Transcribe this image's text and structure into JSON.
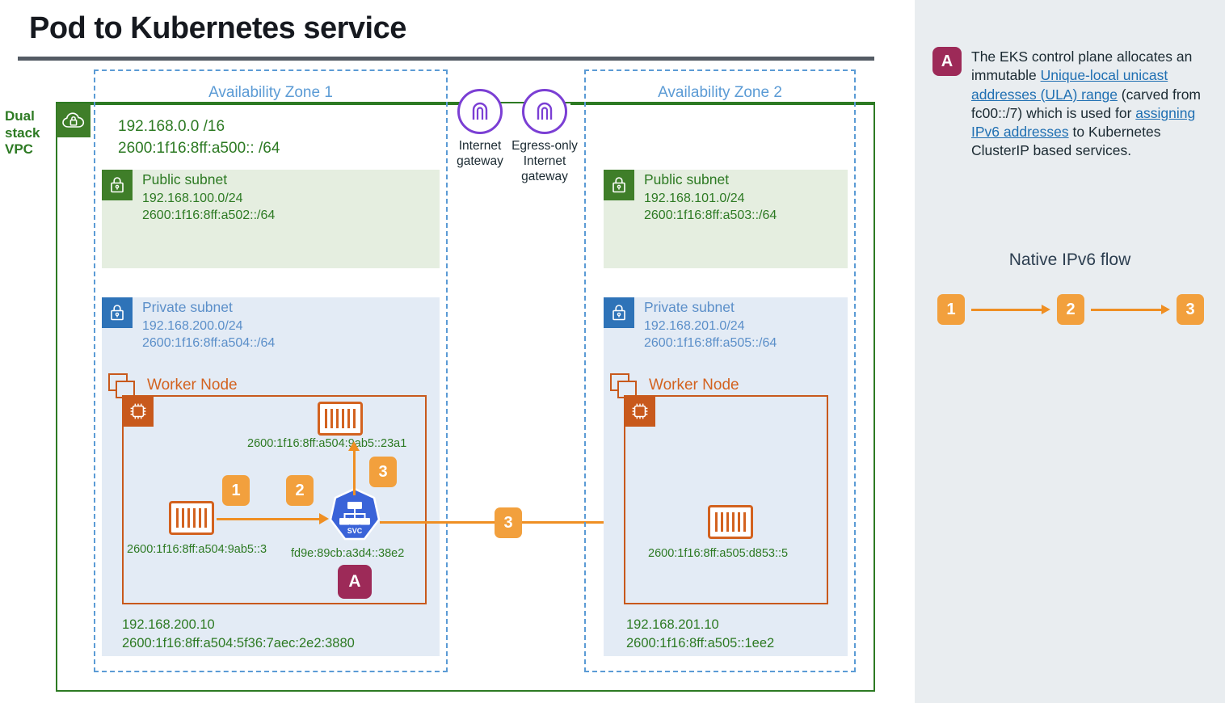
{
  "page": {
    "title": "Pod to Kubernetes service"
  },
  "vpc": {
    "label_line1": "Dual",
    "label_line2": "stack",
    "label_line3": "VPC",
    "icon": "vpc-cloud-lock-icon",
    "cidr_ipv4": "192.168.0.0 /16",
    "cidr_ipv6": "2600:1f16:8ff:a500:: /64",
    "border_color": "#2d7a23"
  },
  "gateways": [
    {
      "name": "internet-gateway",
      "label_line1": "Internet",
      "label_line2": "gateway",
      "label_line3": ""
    },
    {
      "name": "egress-only-internet-gateway",
      "label_line1": "Egress-only",
      "label_line2": "Internet",
      "label_line3": "gateway"
    }
  ],
  "availability_zones": [
    {
      "id": "az1",
      "title": "Availability Zone 1",
      "public_subnet": {
        "name": "Public subnet",
        "cidr_ipv4": "192.168.100.0/24",
        "cidr_ipv6": "2600:1f16:8ff:a502::/64"
      },
      "private_subnet": {
        "name": "Private subnet",
        "cidr_ipv4": "192.168.200.0/24",
        "cidr_ipv6": "2600:1f16:8ff:a504::/64"
      },
      "worker_node": {
        "label": "Worker Node",
        "node_ipv4": "192.168.200.10",
        "node_ipv6": "2600:1f16:8ff:a504:5f36:7aec:2e2:3880",
        "source_pod_addr": "2600:1f16:8ff:a504:9ab5::3",
        "target_pod_addr": "2600:1f16:8ff:a504:9ab5::23a1",
        "service_addr": "fd9e:89cb:a3d4::38e2",
        "service_icon_label": "SVC"
      }
    },
    {
      "id": "az2",
      "title": "Availability Zone 2",
      "public_subnet": {
        "name": "Public subnet",
        "cidr_ipv4": "192.168.101.0/24",
        "cidr_ipv6": "2600:1f16:8ff:a503::/64"
      },
      "private_subnet": {
        "name": "Private subnet",
        "cidr_ipv4": "192.168.201.0/24",
        "cidr_ipv6": "2600:1f16:8ff:a505::/64"
      },
      "worker_node": {
        "label": "Worker Node",
        "node_ipv4": "192.168.201.10",
        "node_ipv6": "2600:1f16:8ff:a505::1ee2",
        "target_pod_addr": "2600:1f16:8ff:a505:d853::5"
      }
    }
  ],
  "flow_badges": {
    "step1": "1",
    "step2": "2",
    "step3_up": "3",
    "step3_right": "3",
    "note_ref": "A"
  },
  "note": {
    "badge": "A",
    "text_part1": "The EKS control plane allocates an immutable ",
    "link1": "Unique-local unicast addresses (ULA) range",
    "text_part2": " (carved from fc00::/7) which is used for ",
    "link2": "assigning IPv6 addresses",
    "text_part3": " to Kubernetes ClusterIP based services."
  },
  "legend": {
    "title": "Native IPv6 flow",
    "steps": [
      "1",
      "2",
      "3"
    ]
  },
  "colors": {
    "orange": "#f2a03d",
    "orange_line": "#ef8f23",
    "green": "#2d7a23",
    "blue_az": "#5b9bd5",
    "purple_gw": "#7b3fd4",
    "maroon": "#9d2a58",
    "worker_orange": "#c8591c",
    "panel_bg": "#e9edf0"
  }
}
